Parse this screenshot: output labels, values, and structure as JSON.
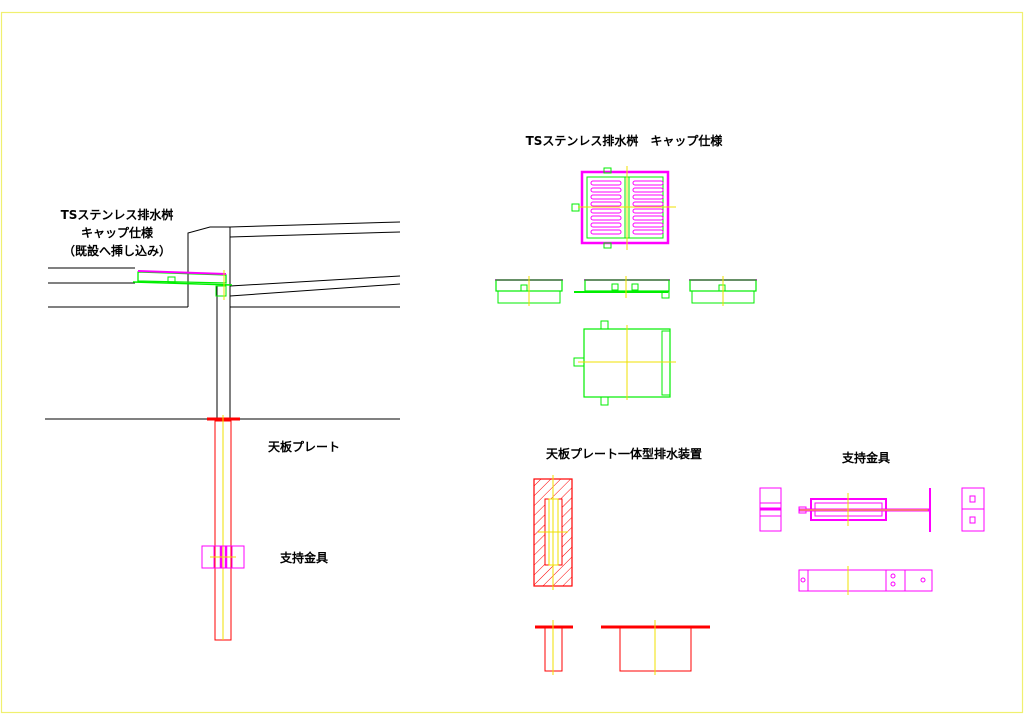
{
  "colors": {
    "frame": "#f0f070",
    "line": "#000000",
    "magenta": "#ff00ff",
    "green": "#00ee00",
    "red": "#ff0000",
    "yellow": "#f0e000"
  },
  "labels": {
    "cap_left_line1": "TSステンレス排水桝",
    "cap_left_line2": "キャップ仕様",
    "cap_left_line3": "（既設へ挿し込み）",
    "top_plate": "天板プレート",
    "bracket_left": "支持金具",
    "cap_title": "TSステンレス排水桝　キャップ仕様",
    "integrated_title": "天板プレート一体型排水装置",
    "bracket_title": "支持金具"
  }
}
